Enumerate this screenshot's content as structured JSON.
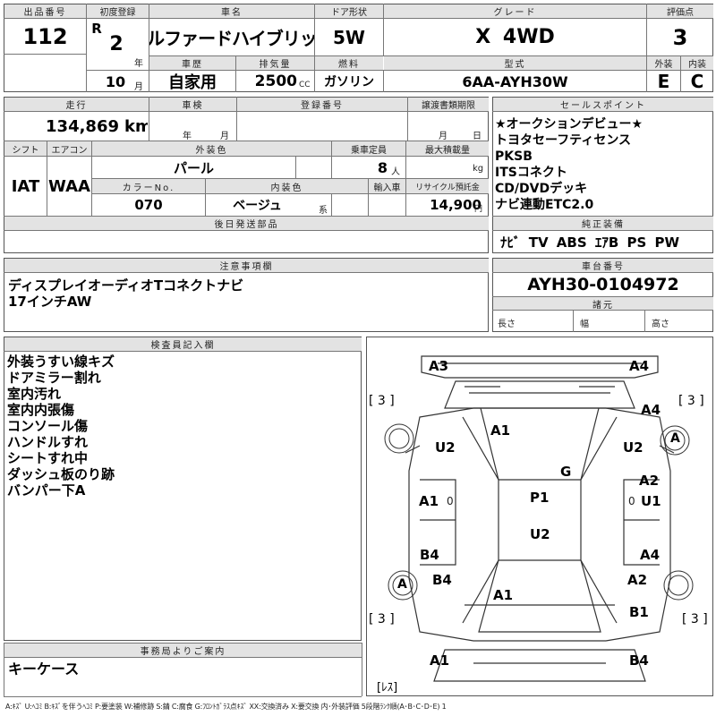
{
  "header": {
    "lot_no_label": "出品番号",
    "lot_no": "112",
    "first_reg_label": "初度登録",
    "era": "R",
    "year": "2",
    "year_unit": "年",
    "month": "10",
    "month_unit": "月",
    "car_name_label": "車名",
    "car_name": "アルファードハイブリッド",
    "door_label": "ドア形状",
    "door": "5W",
    "grade_label": "グレード",
    "grade": "X 4WD",
    "score_label": "評価点",
    "score": "3",
    "history_label": "車歴",
    "history": "自家用",
    "displacement_label": "排気量",
    "displacement": "2500",
    "cc": "CC",
    "fuel_label": "燃料",
    "fuel": "ガソリン",
    "model_label": "型式",
    "model": "6AA-AYH30W",
    "ext_label": "外装",
    "ext": "E",
    "int_label": "内装",
    "int": "C"
  },
  "info": {
    "mileage_label": "走行",
    "mileage": "134,869",
    "km": "km",
    "inspection_label": "車検",
    "nen": "年",
    "gatsu": "月",
    "reg_no_label": "登録番号",
    "transfer_label": "譲渡書類期限",
    "t_month": "月",
    "t_day": "日",
    "shift_label": "シフト",
    "shift": "IAT",
    "ac_label": "エアコン",
    "ac": "WAA",
    "ext_color_label": "外装色",
    "ext_color": "パール",
    "capacity_label": "乗車定員",
    "capacity": "8",
    "capacity_unit": "人",
    "max_load_label": "最大積載量",
    "max_load_unit": "kg",
    "color_no_label": "カラーNo.",
    "color_no": "070",
    "int_color_label": "内装色",
    "int_color": "ベージュ",
    "int_color_unit": "系",
    "import_label": "輸入車",
    "recycle_label": "リサイクル預託金",
    "recycle": "14,900",
    "yen": "円",
    "later_parts_label": "後日発送部品"
  },
  "sales": {
    "label": "セールスポイント",
    "lines": [
      "★オークションデビュー★",
      "トヨタセーフティセンス",
      "PKSB",
      "ITSコネクト",
      "CD/DVDデッキ",
      "ナビ連動ETC2.0"
    ]
  },
  "equipment": {
    "label": "純正装備",
    "value": "ﾅﾋﾞ TV ABS ｴｱB PS PW"
  },
  "notes": {
    "label": "注意事項欄",
    "lines": [
      "ディスプレイオーディオTコネクトナビ",
      "17インチAW"
    ]
  },
  "chassis": {
    "label": "車台番号",
    "value": "AYH30-0104972",
    "dims_label": "諸元",
    "length": "長さ",
    "width": "幅",
    "height": "高さ"
  },
  "inspector": {
    "label": "検査員記入欄",
    "lines": [
      "外装うすい線キズ",
      "ドアミラー割れ",
      "室内汚れ",
      "室内内張傷",
      "コンソール傷",
      "ハンドルすれ",
      "シートすれ中",
      "ダッシュ板のり跡",
      "バンパー下A"
    ]
  },
  "office": {
    "label": "事務局よりご案内",
    "value": "キーケース"
  },
  "diagram": {
    "marks": {
      "a3": "A3",
      "a4_top": "A4",
      "a4_right": "A4",
      "u2_left": "U2",
      "u2_right": "U2",
      "a1_hood": "A1",
      "g": "G",
      "a2_right": "A2",
      "u1_right": "U1",
      "a1_left": "A1",
      "p1": "P1",
      "u2_roof": "U2",
      "b4_left": "B4",
      "a4_rear": "A4",
      "b4_tire": "B4",
      "a2_rear": "A2",
      "a1_rear": "A1",
      "b1": "B1",
      "a1_bottom": "A1",
      "b4_bottom": "B4"
    },
    "zero_left": "0",
    "zero_right": "0",
    "tires": {
      "front_left": "",
      "front_right": "A",
      "rear_left": "A",
      "rear_right": ""
    },
    "brackets": [
      "[ 3 ]",
      "[ 3 ]",
      "[ 3 ]",
      "[ 3 ]"
    ],
    "spare": "[ﾚｽ]"
  },
  "legend": "A:ｷｽﾞ U:ﾍｺﾐ B:ｷｽﾞを伴うﾍｺﾐ P:要塗装 W:補修跡 S:錆 C:腐食 G:ﾌﾛﾝﾄｶﾞﾗｽ点ｷｽﾞ XX:交換済み X:要交換 内･外装評価 5段階ﾗﾝｸ順(A･B･C･D･E) 1"
}
